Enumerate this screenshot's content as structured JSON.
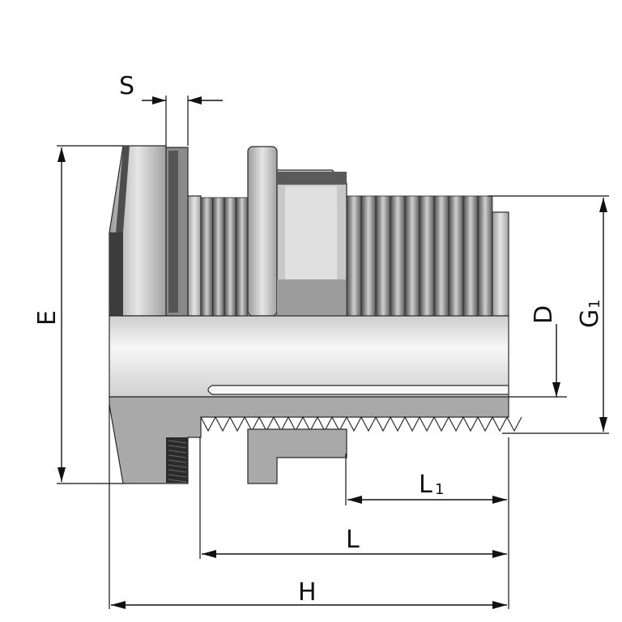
{
  "diagram": {
    "labels": {
      "S": "S",
      "E": "E",
      "D": "D",
      "G_main": "G",
      "G_sub": "1",
      "L1_main": "L",
      "L1_sub": "1",
      "L": "L",
      "H": "H"
    },
    "colors": {
      "line": "#111111",
      "body_light": "#d9d9d9",
      "body_mid": "#b8b8b8",
      "body_dark": "#5a5a5a",
      "section_fill": "#a6a6a6",
      "bore_fill": "#ececec",
      "gasket": "#2b2b2b"
    }
  }
}
